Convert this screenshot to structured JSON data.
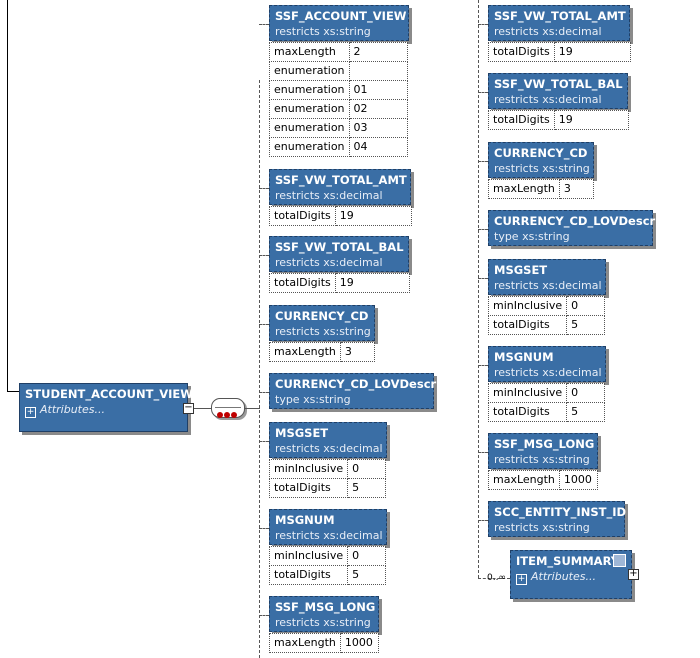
{
  "root": {
    "name": "STUDENT_ACCOUNT_VIEW",
    "attributes_label": "Attributes..."
  },
  "left_column": [
    {
      "name": "SSF_ACCOUNT_VIEW",
      "sub": "restricts xs:string",
      "facets": [
        [
          "maxLength",
          "2"
        ],
        [
          "enumeration",
          ""
        ],
        [
          "enumeration",
          "01"
        ],
        [
          "enumeration",
          "02"
        ],
        [
          "enumeration",
          "03"
        ],
        [
          "enumeration",
          "04"
        ]
      ]
    },
    {
      "name": "SSF_VW_TOTAL_AMT",
      "sub": "restricts xs:decimal",
      "facets": [
        [
          "totalDigits",
          "19"
        ]
      ]
    },
    {
      "name": "SSF_VW_TOTAL_BAL",
      "sub": "restricts xs:decimal",
      "facets": [
        [
          "totalDigits",
          "19"
        ]
      ]
    },
    {
      "name": "CURRENCY_CD",
      "sub": "restricts xs:string",
      "facets": [
        [
          "maxLength",
          "3"
        ]
      ]
    },
    {
      "name": "CURRENCY_CD_LOVDescr",
      "sub": "type xs:string",
      "facets": []
    },
    {
      "name": "MSGSET",
      "sub": "restricts xs:decimal",
      "facets": [
        [
          "minInclusive",
          "0"
        ],
        [
          "totalDigits",
          "5"
        ]
      ]
    },
    {
      "name": "MSGNUM",
      "sub": "restricts xs:decimal",
      "facets": [
        [
          "minInclusive",
          "0"
        ],
        [
          "totalDigits",
          "5"
        ]
      ]
    },
    {
      "name": "SSF_MSG_LONG",
      "sub": "restricts xs:string",
      "facets": [
        [
          "maxLength",
          "1000"
        ]
      ]
    }
  ],
  "right_column": [
    {
      "name": "SSF_VW_TOTAL_AMT",
      "sub": "restricts xs:decimal",
      "facets": [
        [
          "totalDigits",
          "19"
        ]
      ]
    },
    {
      "name": "SSF_VW_TOTAL_BAL",
      "sub": "restricts xs:decimal",
      "facets": [
        [
          "totalDigits",
          "19"
        ]
      ]
    },
    {
      "name": "CURRENCY_CD",
      "sub": "restricts xs:string",
      "facets": [
        [
          "maxLength",
          "3"
        ]
      ]
    },
    {
      "name": "CURRENCY_CD_LOVDescr",
      "sub": "type xs:string",
      "facets": []
    },
    {
      "name": "MSGSET",
      "sub": "restricts xs:decimal",
      "facets": [
        [
          "minInclusive",
          "0"
        ],
        [
          "totalDigits",
          "5"
        ]
      ]
    },
    {
      "name": "MSGNUM",
      "sub": "restricts xs:decimal",
      "facets": [
        [
          "minInclusive",
          "0"
        ],
        [
          "totalDigits",
          "5"
        ]
      ]
    },
    {
      "name": "SSF_MSG_LONG",
      "sub": "restricts xs:string",
      "facets": [
        [
          "maxLength",
          "1000"
        ]
      ]
    },
    {
      "name": "SCC_ENTITY_INST_ID",
      "sub": "restricts xs:string",
      "facets": []
    }
  ],
  "item_summary": {
    "name": "ITEM_SUMMARY",
    "attributes_label": "Attributes...",
    "occurrence": "0..∞"
  },
  "colors": {
    "box_fill": "#3a6ea5",
    "sequence_dots": "#c00000"
  }
}
